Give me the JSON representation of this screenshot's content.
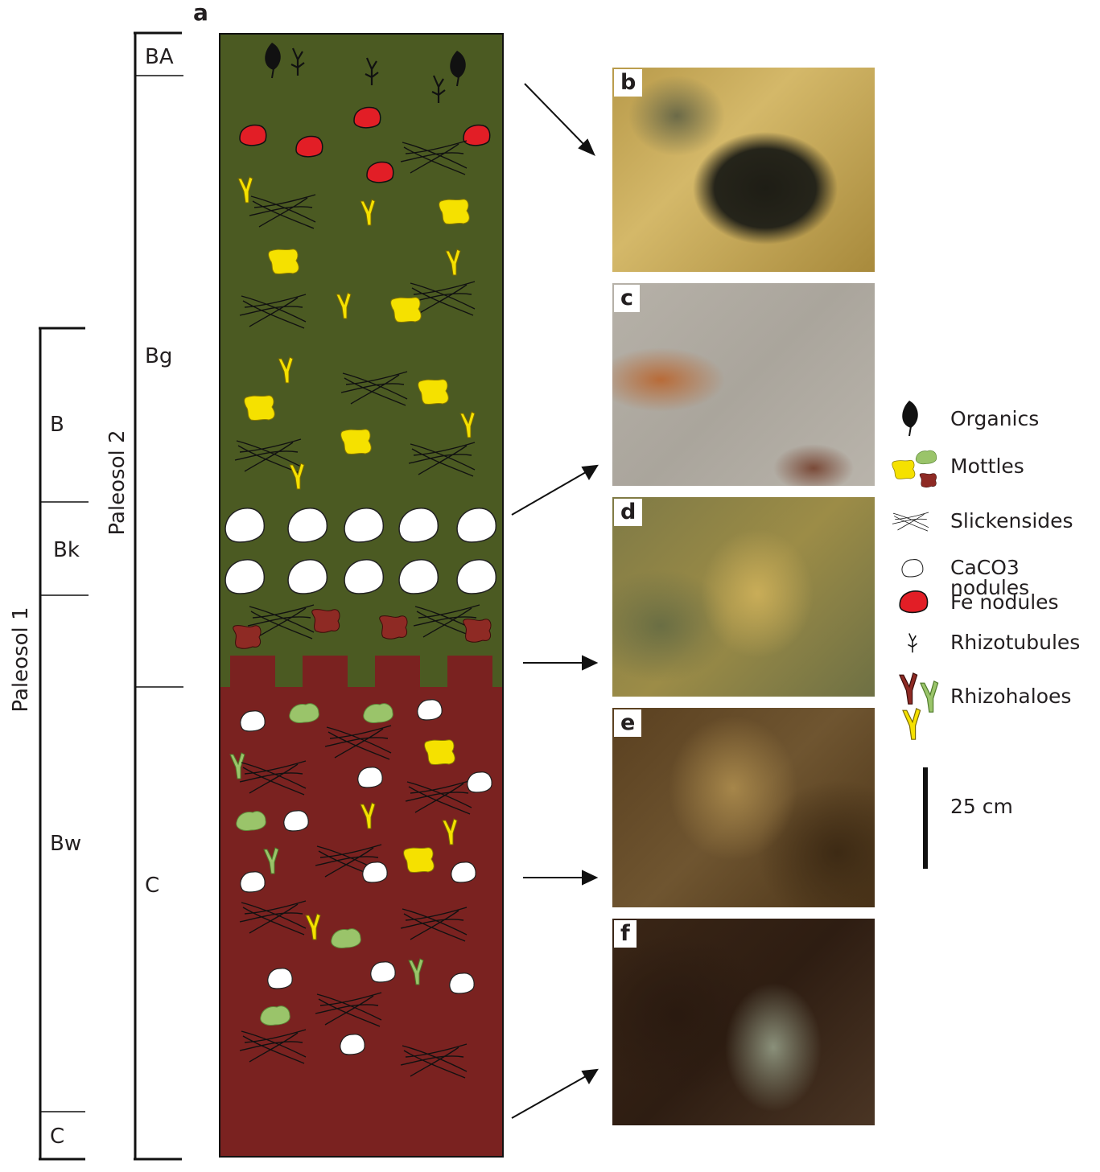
{
  "panel_a_label": "a",
  "paleosol1": {
    "name": "Paleosol 1",
    "horizons": [
      "B",
      "Bk",
      "Bw",
      "C"
    ]
  },
  "paleosol2": {
    "name": "Paleosol 2",
    "horizons": [
      "BA",
      "Bg",
      "C"
    ]
  },
  "photo_labels": [
    "b",
    "c",
    "d",
    "e",
    "f"
  ],
  "legend": {
    "organics": "Organics",
    "mottles": "Mottles",
    "slickensides": "Slickensides",
    "caco3": "CaCO3 nodules",
    "fe": "Fe nodules",
    "rhizotubules": "Rhizotubules",
    "rhizohaloes": "Rhizohaloes"
  },
  "scale": "25 cm",
  "colors": {
    "upper_unit": "#4b5a22",
    "lower_unit": "#7a2220",
    "mottle_yellow": "#f5e100",
    "mottle_green": "#9ac46a",
    "mottle_red": "#8e2a24",
    "fe_red": "#e21e26"
  }
}
